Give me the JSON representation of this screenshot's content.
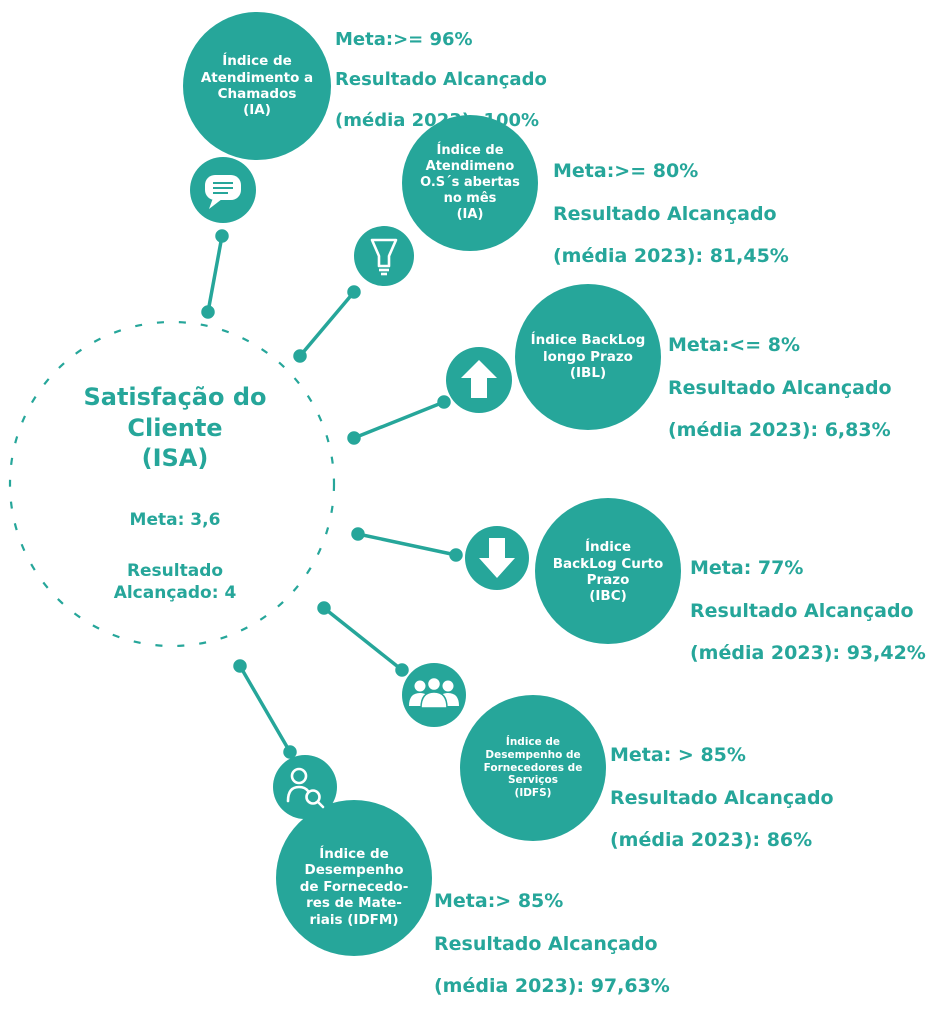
{
  "colors": {
    "teal": "#26a69a",
    "icon_fill": "#ffffff"
  },
  "center": {
    "title": "Satisfação do\nCliente\n(ISA)",
    "meta": "Meta: 3,6",
    "result": "Resultado\nAlcançado: 4"
  },
  "indicators": [
    {
      "label": "Índice de\nAtendimento a\nChamados\n(IA)",
      "meta": "Meta:>= 96%",
      "result_label": "Resultado Alcançado",
      "result_value": "(média 2023): 100%",
      "icon": "speech-bubble-icon"
    },
    {
      "label": "Índice de\nAtendimeno\nO.S´s abertas\nno mês\n(IA)",
      "meta": "Meta:>= 80%",
      "result_label": "Resultado Alcançado",
      "result_value": "(média 2023): 81,45%",
      "icon": "lightbulb-icon"
    },
    {
      "label": "Índice BackLog\nlongo Prazo\n(IBL)",
      "meta": "Meta:<= 8%",
      "result_label": "Resultado Alcançado",
      "result_value": "(média 2023): 6,83%",
      "icon": "arrow-up-icon"
    },
    {
      "label": "Índice\nBackLog Curto\nPrazo\n(IBC)",
      "meta": "Meta: 77%",
      "result_label": "Resultado Alcançado",
      "result_value": "(média 2023): 93,42%",
      "icon": "arrow-down-icon"
    },
    {
      "label": "Índice de\nDesempenho de\nFornecedores de\nServiços\n(IDFS)",
      "meta": "Meta: > 85%",
      "result_label": "Resultado Alcançado",
      "result_value": "(média 2023): 86%",
      "icon": "group-people-icon"
    },
    {
      "label": "Índice de\nDesempenho\nde Fornecedo-\nres de Mate-\nriais (IDFM)",
      "meta": "Meta:> 85%",
      "result_label": "Resultado Alcançado",
      "result_value": "(média 2023): 97,63%",
      "icon": "person-search-icon"
    }
  ]
}
